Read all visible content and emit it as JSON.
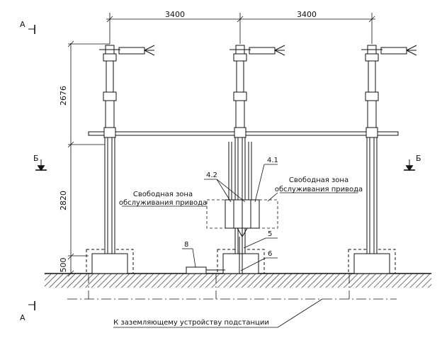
{
  "dimensions": {
    "span_left": "3400",
    "span_right": "3400",
    "height_insulator": "2676",
    "height_support": "2820",
    "height_base": "500"
  },
  "section_marks": {
    "a_top": "А",
    "a_bottom": "А",
    "b_left": "Б",
    "b_right": "Б"
  },
  "callouts": {
    "c41": "4.1",
    "c42": "4.2",
    "c5": "5",
    "c6": "6",
    "c8": "8"
  },
  "zones": {
    "left_line1": "Свободная зона",
    "left_line2": "обслуживания привода",
    "right_line1": "Свободная зона",
    "right_line2": "обслуживания привода"
  },
  "grounding_label": "К заземляющему устройству подстанции",
  "colors": {
    "line": "#111111",
    "hatch": "#333333",
    "background": "#ffffff"
  }
}
